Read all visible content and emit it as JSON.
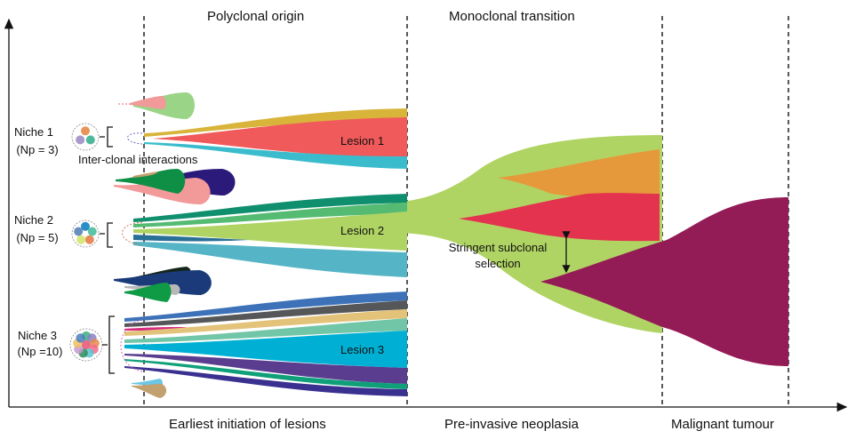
{
  "phases_top": {
    "polyclonal": "Polyclonal origin",
    "monoclonal": "Monoclonal transition"
  },
  "phases_bottom": {
    "earliest": "Earliest initiation of lesions",
    "preinvasive": "Pre-invasive neoplasia",
    "malignant": "Malignant tumour"
  },
  "niches": [
    {
      "name": "Niche 1",
      "np": "(Np = 3)",
      "cell_colors": [
        "#e8955a",
        "#4db89a",
        "#a99acb"
      ]
    },
    {
      "name": "Niche 2",
      "np": "(Np = 5)",
      "cell_colors": [
        "#2a8fc9",
        "#5cc4a8",
        "#e88a5a",
        "#d7e87a",
        "#6a8fbf"
      ]
    },
    {
      "name": "Niche 3",
      "np": "(Np =10)",
      "cell_colors": [
        "#e8506e",
        "#3db07a",
        "#8a7fc7",
        "#e88a4a",
        "#f26a8a",
        "#5bc4d0",
        "#2d8a5a",
        "#c79ad0",
        "#f0c060",
        "#4a7fc0"
      ]
    }
  ],
  "annotations": {
    "inter_clonal": "Inter-clonal interactions",
    "stringent_line1": "Stringent subclonal",
    "stringent_line2": "selection"
  },
  "lesions": {
    "lesion1": "Lesion 1",
    "lesion2": "Lesion 2",
    "lesion3": "Lesion 3"
  },
  "colors": {
    "lesion1": [
      "#d9b43a",
      "#f05a5a",
      "#3bbccc"
    ],
    "lesion2": [
      "#0f8f6e",
      "#55bb72",
      "#b0d464",
      "#2a6f96",
      "#55b4c6"
    ],
    "lesion3": [
      "#3d72b8",
      "#555759",
      "#e3c27a",
      "#72c6a8",
      "#00b0d4",
      "#5a3d8f",
      "#0fa07a",
      "#3a3090"
    ],
    "orange_subclone": "#e5993a",
    "red_subclone": "#e3334f",
    "malignant": "#941c56",
    "green_main": "#b0d464"
  }
}
